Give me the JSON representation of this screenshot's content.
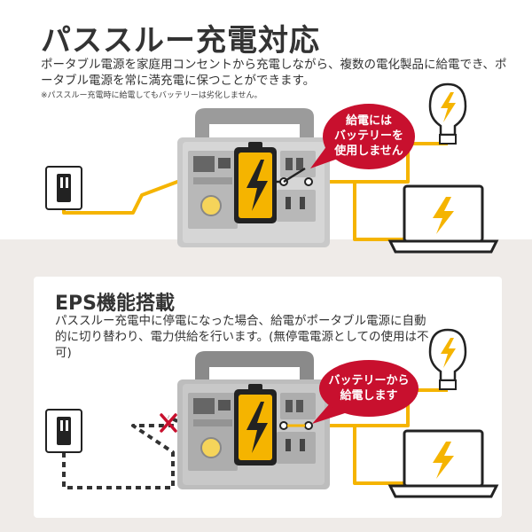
{
  "section1": {
    "title": "パススルー充電対応",
    "description": "ポータブル電源を家庭用コンセントから充電しながら、複数の電化製品に給電でき、ポータブル電源を常に満充電に保つことができます。",
    "note": "※パススルー充電時に給電してもバッテリーは劣化しません。",
    "bubble_lines": [
      "給電には",
      "バッテリーを",
      "使用しません"
    ]
  },
  "section2": {
    "title": "EPS機能搭載",
    "description": "パススルー充電中に停電になった場合、給電がポータブル電源に自動的に切り替わり、電力供給を行います。(無停電電源としての使用は不可)",
    "bubble_lines": [
      "バッテリーから",
      "給電します"
    ]
  },
  "colors": {
    "accent_yellow": "#f5b400",
    "bubble_red": "#c8102e",
    "device_gray": "#a9a9a9",
    "background_beige": "#efebe8"
  },
  "icons": [
    "power-outlet-icon",
    "light-bulb-icon",
    "laptop-icon",
    "lightning-icon",
    "disconnect-x-icon"
  ]
}
